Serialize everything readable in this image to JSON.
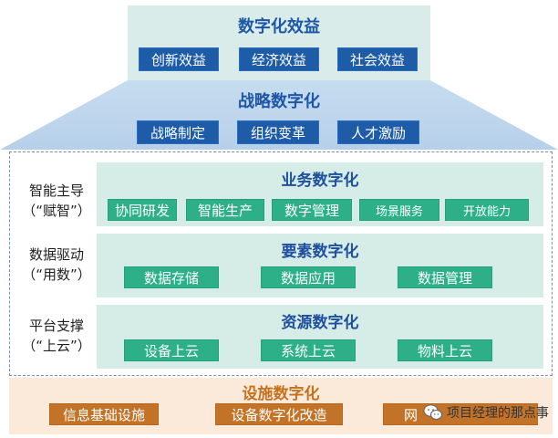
{
  "benefits": {
    "title": "数字化效益",
    "items": [
      "创新效益",
      "经济效益",
      "社会效益"
    ]
  },
  "strategy": {
    "title": "战略数字化",
    "items": [
      "战略制定",
      "组织变革",
      "人才激励"
    ]
  },
  "layers": [
    {
      "left_label_line1": "智能主导",
      "left_label_line2": "（“赋智”）",
      "title": "业务数字化",
      "items": [
        "协同研发",
        "智能生产",
        "数字管理",
        "场景服务",
        "开放能力"
      ]
    },
    {
      "left_label_line1": "数据驱动",
      "left_label_line2": "（“用数”）",
      "title": "要素数字化",
      "items": [
        "数据存储",
        "数据应用",
        "数据管理"
      ]
    },
    {
      "left_label_line1": "平台支撑",
      "left_label_line2": "（“上云”）",
      "title": "资源数字化",
      "items": [
        "设备上云",
        "系统上云",
        "物料上云"
      ]
    }
  ],
  "facilities": {
    "title": "设施数字化",
    "items": [
      "信息基础设施",
      "设备数字化改造",
      "网"
    ]
  },
  "watermark": {
    "text": "项目经理的那点事",
    "icon": "wechat-icon"
  },
  "colors": {
    "title_blue": "#1e57a8",
    "button_blue": "#1f5ca8",
    "band_green_bg": "#d6ece6",
    "button_green": "#2db088",
    "base_bg": "#fbead9",
    "button_orange": "#c27328",
    "base_title": "#c5701e"
  }
}
